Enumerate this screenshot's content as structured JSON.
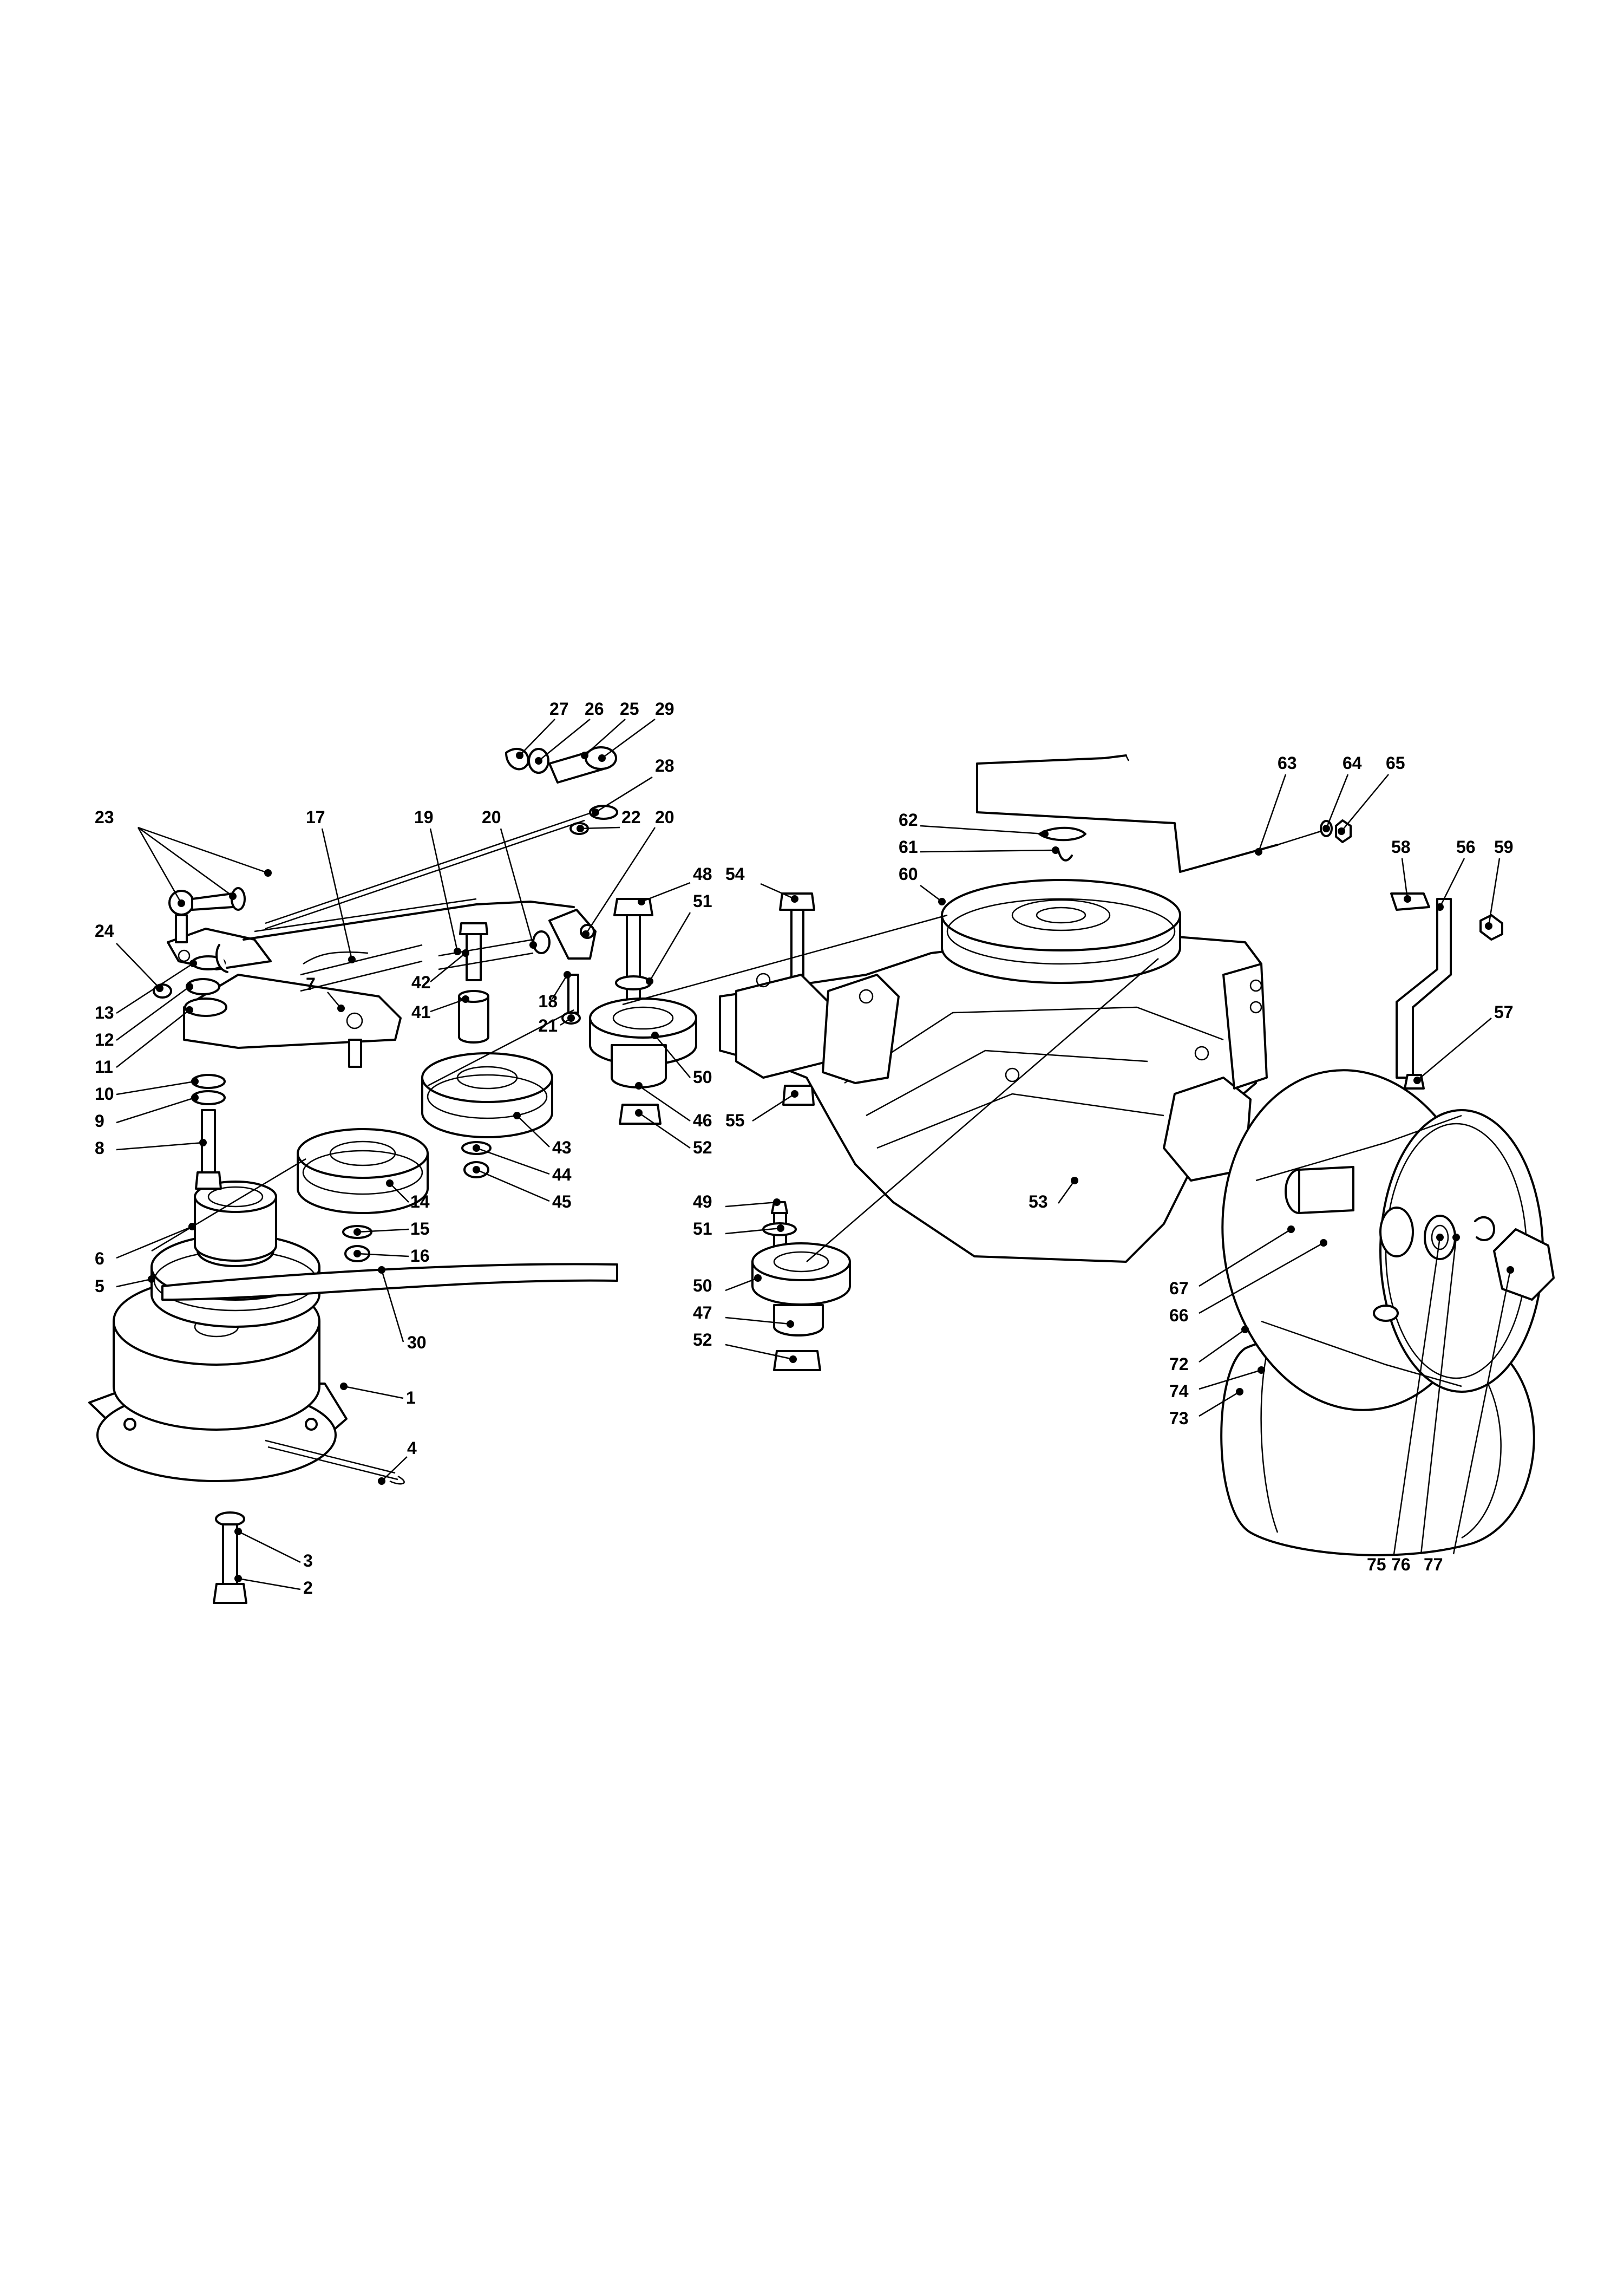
{
  "callouts": [
    {
      "id": "1",
      "label": "1"
    },
    {
      "id": "2",
      "label": "2"
    },
    {
      "id": "3",
      "label": "3"
    },
    {
      "id": "4",
      "label": "4"
    },
    {
      "id": "5",
      "label": "5"
    },
    {
      "id": "6",
      "label": "6"
    },
    {
      "id": "7",
      "label": "7"
    },
    {
      "id": "8",
      "label": "8"
    },
    {
      "id": "9",
      "label": "9"
    },
    {
      "id": "10",
      "label": "10"
    },
    {
      "id": "11",
      "label": "11"
    },
    {
      "id": "12",
      "label": "12"
    },
    {
      "id": "13",
      "label": "13"
    },
    {
      "id": "14",
      "label": "14"
    },
    {
      "id": "15",
      "label": "15"
    },
    {
      "id": "16",
      "label": "16"
    },
    {
      "id": "17",
      "label": "17"
    },
    {
      "id": "18",
      "label": "18"
    },
    {
      "id": "19",
      "label": "19"
    },
    {
      "id": "20a",
      "label": "20"
    },
    {
      "id": "20b",
      "label": "20"
    },
    {
      "id": "21",
      "label": "21"
    },
    {
      "id": "22",
      "label": "22"
    },
    {
      "id": "23",
      "label": "23"
    },
    {
      "id": "24",
      "label": "24"
    },
    {
      "id": "25",
      "label": "25"
    },
    {
      "id": "26",
      "label": "26"
    },
    {
      "id": "27",
      "label": "27"
    },
    {
      "id": "28",
      "label": "28"
    },
    {
      "id": "29",
      "label": "29"
    },
    {
      "id": "30",
      "label": "30"
    },
    {
      "id": "41",
      "label": "41"
    },
    {
      "id": "42",
      "label": "42"
    },
    {
      "id": "43",
      "label": "43"
    },
    {
      "id": "44",
      "label": "44"
    },
    {
      "id": "45",
      "label": "45"
    },
    {
      "id": "46",
      "label": "46"
    },
    {
      "id": "47",
      "label": "47"
    },
    {
      "id": "48",
      "label": "48"
    },
    {
      "id": "49",
      "label": "49"
    },
    {
      "id": "50a",
      "label": "50"
    },
    {
      "id": "50b",
      "label": "50"
    },
    {
      "id": "51a",
      "label": "51"
    },
    {
      "id": "51b",
      "label": "51"
    },
    {
      "id": "52a",
      "label": "52"
    },
    {
      "id": "52b",
      "label": "52"
    },
    {
      "id": "53",
      "label": "53"
    },
    {
      "id": "54",
      "label": "54"
    },
    {
      "id": "55",
      "label": "55"
    },
    {
      "id": "56",
      "label": "56"
    },
    {
      "id": "57",
      "label": "57"
    },
    {
      "id": "58",
      "label": "58"
    },
    {
      "id": "59",
      "label": "59"
    },
    {
      "id": "60",
      "label": "60"
    },
    {
      "id": "61",
      "label": "61"
    },
    {
      "id": "62",
      "label": "62"
    },
    {
      "id": "63",
      "label": "63"
    },
    {
      "id": "64",
      "label": "64"
    },
    {
      "id": "65",
      "label": "65"
    },
    {
      "id": "66",
      "label": "66"
    },
    {
      "id": "67",
      "label": "67"
    },
    {
      "id": "72",
      "label": "72"
    },
    {
      "id": "73",
      "label": "73"
    },
    {
      "id": "74",
      "label": "74"
    },
    {
      "id": "75",
      "label": "75"
    },
    {
      "id": "76",
      "label": "76"
    },
    {
      "id": "77",
      "label": "77"
    }
  ]
}
